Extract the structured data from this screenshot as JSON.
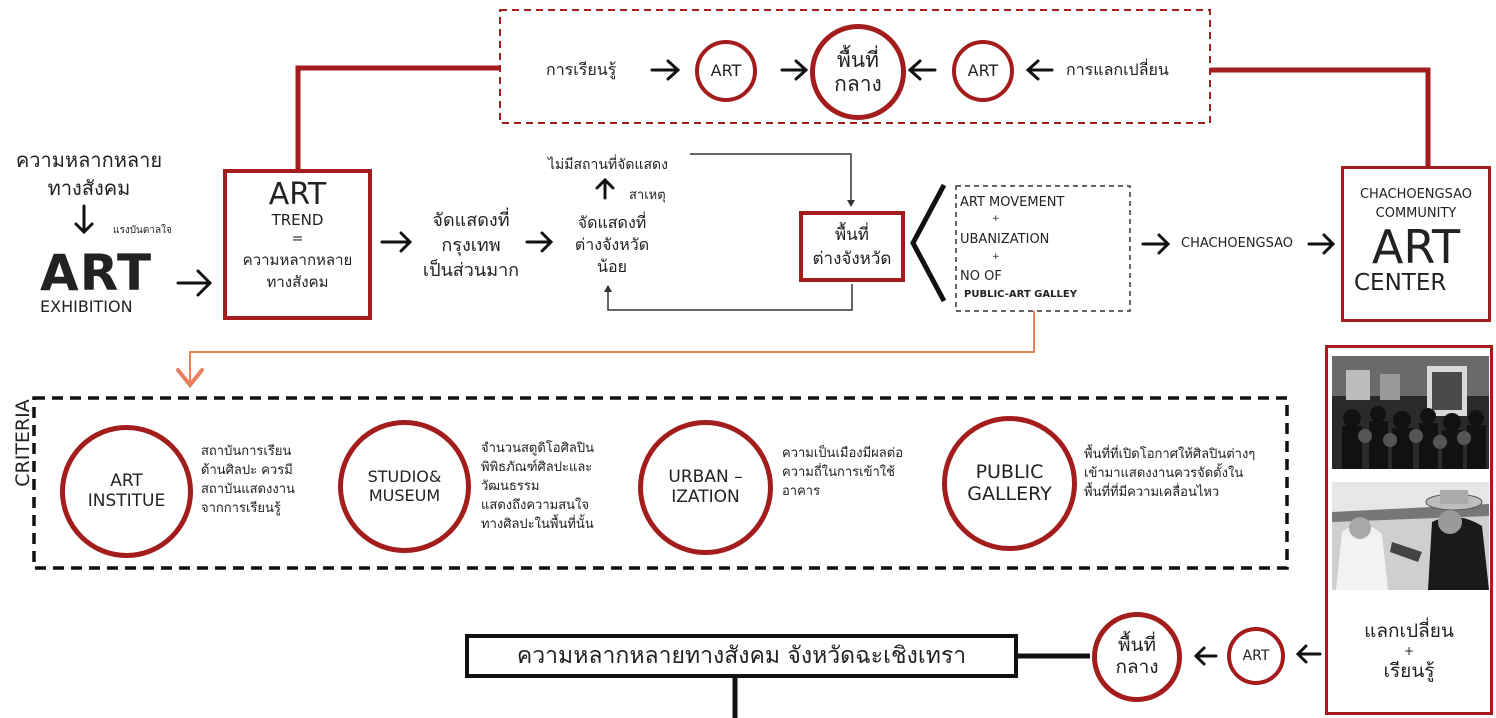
{
  "colors": {
    "accent": "#a31d1d",
    "arrow_orange": "#e8805e",
    "ink": "#222222"
  },
  "top_loop": {
    "learning": "การเรียนรู้",
    "art_left": "ART",
    "center_line1": "พื้นที่",
    "center_line2": "กลาง",
    "art_right": "ART",
    "exchange": "การแลกเปลี่ยน"
  },
  "left": {
    "diversity_line1": "ความหลากหลาย",
    "diversity_line2": "ทางสังคม",
    "inspiration": "แรงบันดาลใจ",
    "art": "ART",
    "exhibition": "EXHIBITION"
  },
  "trend_box": {
    "art": "ART",
    "trend": "TREND",
    "equals": "=",
    "line1": "ความหลากหลาย",
    "line2": "ทางสังคม"
  },
  "flow": {
    "bangkok_line1": "จัดแสดงที่",
    "bangkok_line2": "กรุงเทพ",
    "bangkok_line3": "เป็นส่วนมาก",
    "no_venue": "ไม่มีสถานที่จัดแสดง",
    "cause": "สาเหตุ",
    "province_line1": "จัดแสดงที่",
    "province_line2": "ต่างจังหวัด",
    "province_line3": "น้อย",
    "space_line1": "พื้นที่",
    "space_line2": "ต่างจังหวัด"
  },
  "factors": {
    "movement": "ART MOVEMENT",
    "plus1": "+",
    "urbanization": "UBANIZATION",
    "plus2": "+",
    "no_of": "NO OF",
    "gallery": "PUBLIC-ART GALLEY"
  },
  "destination": {
    "label": "CHACHOENGSAO",
    "line1": "CHACHOENGSAO",
    "line2": "COMMUNITY",
    "art": "ART",
    "center": "CENTER"
  },
  "criteria": {
    "label": "CRITERIA",
    "items": [
      {
        "title_line1": "ART",
        "title_line2": "INSTITUE",
        "desc": [
          "สถาบันการเรียน",
          "ด้านศิลปะ ควรมี",
          "สถาบันแสดงงาน",
          "จากการเรียนรู้"
        ]
      },
      {
        "title_line1": "STUDIO&",
        "title_line2": "MUSEUM",
        "desc": [
          "จำนวนสตูดิโอศิลปิน",
          "พิพิธภัณฑ์ศิลปะและ",
          "วัฒนธรรม",
          "แสดงถึงความสนใจ",
          "ทางศิลปะในพื้นที่นั้น"
        ]
      },
      {
        "title_line1": "URBAN –",
        "title_line2": "IZATION",
        "desc": [
          "ความเป็นเมืองมีผลต่อ",
          "ความถี่ในการเข้าใช้",
          "อาคาร"
        ]
      },
      {
        "title_line1": "PUBLIC",
        "title_line2": "GALLERY",
        "desc": [
          "พื้นที่ที่เปิดโอกาศให้ศิลปินต่างๆ",
          "เข้ามาแสดงงานควรจัดตั้งใน",
          "พื้นที่ที่มีความเคลื่อนไหว"
        ]
      }
    ]
  },
  "photo_panel": {
    "line1": "แลกเปลี่ยน",
    "plus": "+",
    "line2": "เรียนรู้"
  },
  "bottom": {
    "title": "ความหลากหลายทางสังคม จังหวัดฉะเชิงเทรา",
    "center_line1": "พื้นที่",
    "center_line2": "กลาง",
    "art": "ART"
  }
}
